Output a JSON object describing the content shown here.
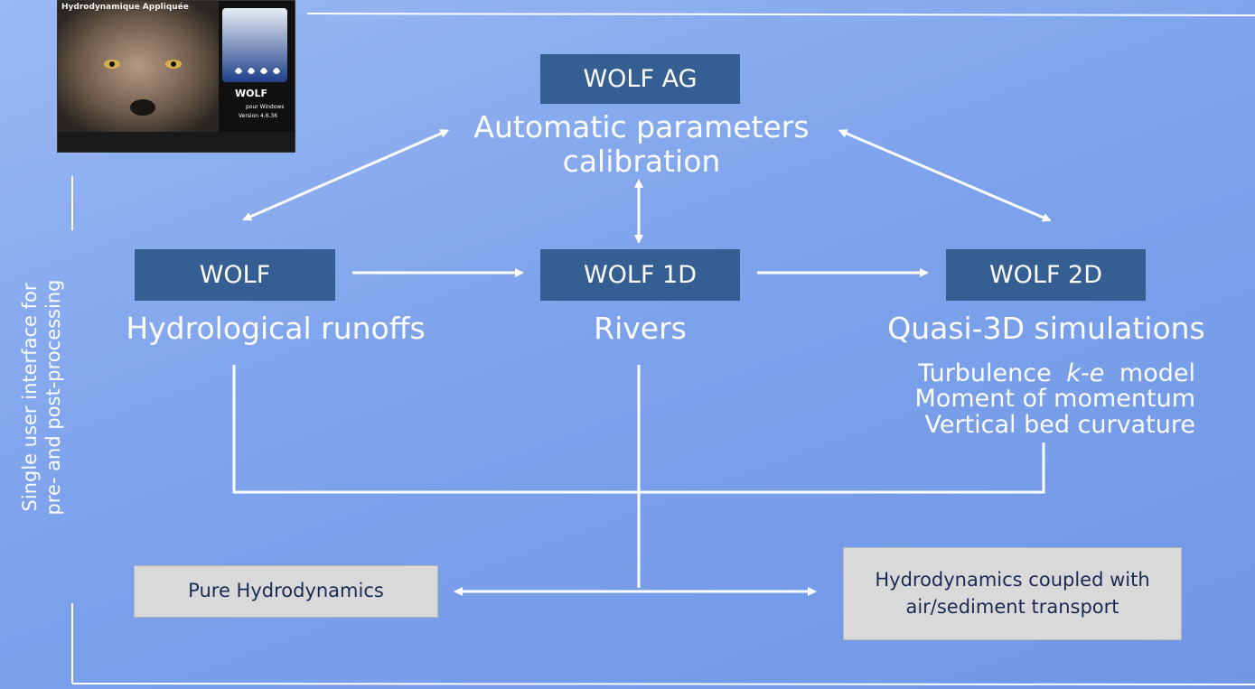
{
  "logo": {
    "banner": "Hydrodynamique Appliquée",
    "app_name": "WOLF",
    "platform": "pour Windows",
    "version": "Version 4.6.36"
  },
  "side_label": {
    "line1": "Single user interface for",
    "line2": "pre- and post-processing"
  },
  "top": {
    "box": "WOLF AG",
    "caption_line1": "Automatic parameters",
    "caption_line2": "calibration"
  },
  "modules": [
    {
      "box": "WOLF",
      "caption": "Hydrological runoffs"
    },
    {
      "box": "WOLF 1D",
      "caption": "Rivers"
    },
    {
      "box": "WOLF 2D",
      "caption": "Quasi-3D simulations"
    }
  ],
  "features": {
    "line1_prefix": "Turbulence",
    "line1_italic": "k-e",
    "line1_suffix": "model",
    "line2": "Moment of momentum",
    "line3": "Vertical bed curvature"
  },
  "bottom": {
    "left": "Pure Hydrodynamics",
    "right_line1": "Hydrodynamics coupled with",
    "right_line2": "air/sediment transport"
  },
  "colors": {
    "background_top": "#9ab8f2",
    "background_bottom": "#6f97e6",
    "box_fill": "#355f93",
    "gray_box_fill": "#d9d9d9",
    "connector": "#ffffff"
  }
}
